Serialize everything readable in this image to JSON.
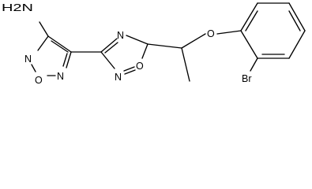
{
  "molecule": {
    "atoms": {
      "amine": "H2N",
      "furazan_n_top": "N",
      "furazan_o": "O",
      "furazan_n_bottom": "N",
      "oxadiazole_n_top": "N",
      "oxadiazole_n_bottom": "N",
      "oxadiazole_o": "O",
      "ether_o": "O",
      "bromine": "Br"
    }
  }
}
